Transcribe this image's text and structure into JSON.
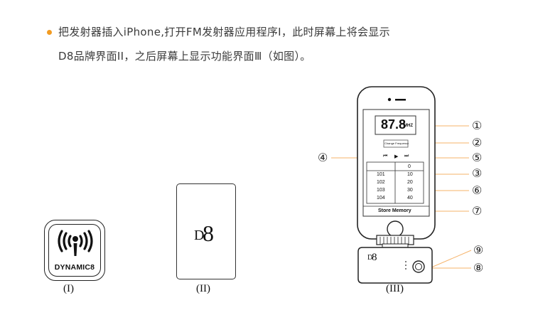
{
  "paragraph": {
    "line1": "把发射器插入iPhone,打开FM发射器应用程序Ⅰ，此时屏幕上将会显示",
    "line2": "D8品牌界面II，之后屏幕上显示功能界面Ⅲ（如图）。"
  },
  "figure1": {
    "brand": "DYNAMIC8",
    "label": "(I)"
  },
  "figure2": {
    "logo": "D8",
    "label": "(II)"
  },
  "figure3": {
    "label": "(III)",
    "frequency": "87.8",
    "unit": "MHZ",
    "change_button": "Change Frequency",
    "controls": {
      "prev": "⏮",
      "play": "▶",
      "next": "⏭"
    },
    "header_value": "0",
    "memory_rows": [
      {
        "freq": "101",
        "value": "10"
      },
      {
        "freq": "102",
        "value": "20"
      },
      {
        "freq": "103",
        "value": "30"
      },
      {
        "freq": "104",
        "value": "40"
      }
    ],
    "store_button": "Store Memory",
    "transmitter_logo": "D8",
    "callouts": [
      "①",
      "②",
      "③",
      "④",
      "⑤",
      "⑥",
      "⑦",
      "⑧",
      "⑨"
    ]
  },
  "colors": {
    "bullet": "#f29b22",
    "callout_line": "#f6b36a",
    "text": "#3b3b3b"
  }
}
